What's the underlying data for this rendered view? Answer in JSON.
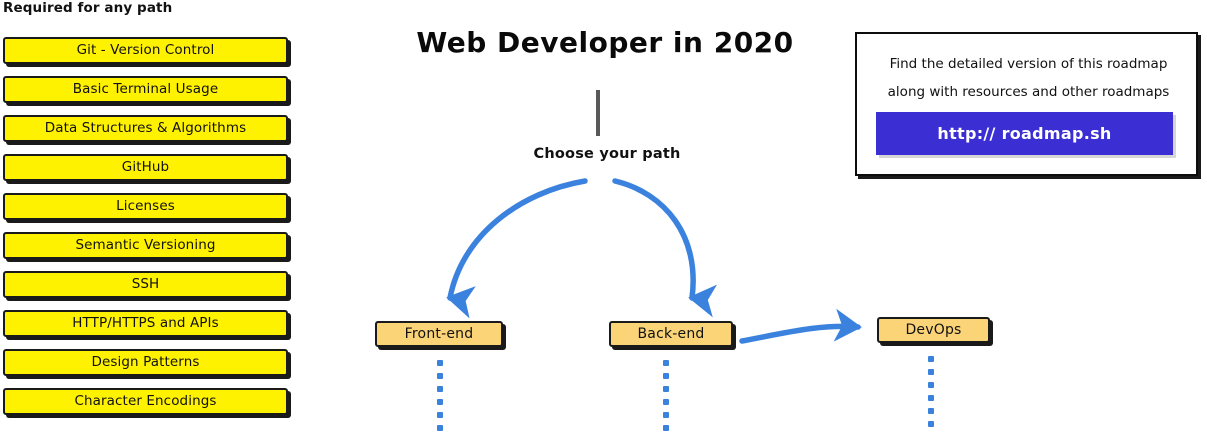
{
  "title": "Web Developer in 2020",
  "colors": {
    "required_box_fill": "#FFF200",
    "path_box_fill": "#FBD478",
    "arrow_blue": "#3B82DE",
    "cta_purple": "#3B2FD4",
    "outline": "#1a1a1a",
    "trunk_gray": "#595959",
    "background": "#ffffff"
  },
  "required_section": {
    "heading": "Required for any path",
    "items": [
      {
        "label": "Git - Version Control"
      },
      {
        "label": "Basic Terminal Usage"
      },
      {
        "label": "Data Structures & Algorithms"
      },
      {
        "label": "GitHub"
      },
      {
        "label": "Licenses"
      },
      {
        "label": "Semantic Versioning"
      },
      {
        "label": "SSH"
      },
      {
        "label": "HTTP/HTTPS and APIs"
      },
      {
        "label": "Design Patterns"
      },
      {
        "label": "Character Encodings"
      }
    ]
  },
  "center": {
    "choose_label": "Choose your path",
    "paths": [
      {
        "label": "Front-end"
      },
      {
        "label": "Back-end"
      },
      {
        "label": "DevOps"
      }
    ],
    "dots_per_rail": [
      6,
      6,
      6
    ]
  },
  "info_card": {
    "line1": "Find the detailed version of this roadmap",
    "line2": "along with resources and other roadmaps",
    "cta_label": "http:// roadmap.sh"
  }
}
